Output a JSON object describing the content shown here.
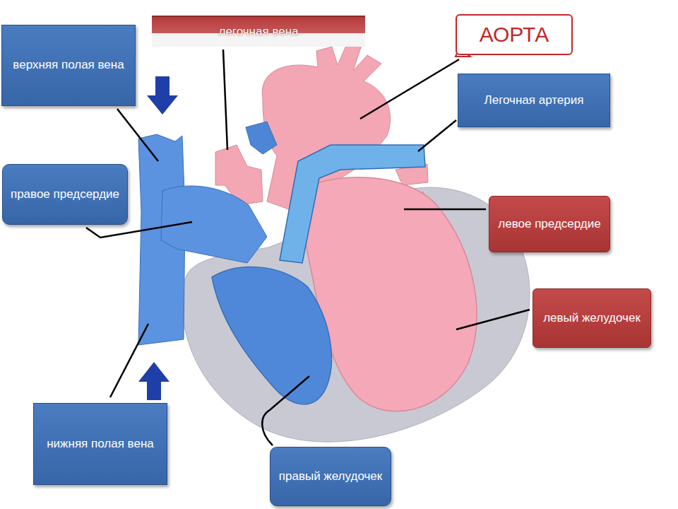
{
  "diagram": {
    "nodes": [
      {
        "text": [
          "легочная вена"
        ]
      },
      {
        "text": [
          "АОРТА"
        ]
      },
      {
        "text": [
          "верхняя полая вена"
        ]
      },
      {
        "text": [
          "Легочная артерия"
        ]
      },
      {
        "text": [
          "правое предсердие"
        ]
      },
      {
        "text": [
          "левое предсердие"
        ]
      },
      {
        "text": [
          "левый желудочек"
        ]
      },
      {
        "text": [
          "нижняя полая вена"
        ]
      },
      {
        "text": [
          "правый желудочек"
        ]
      }
    ]
  }
}
